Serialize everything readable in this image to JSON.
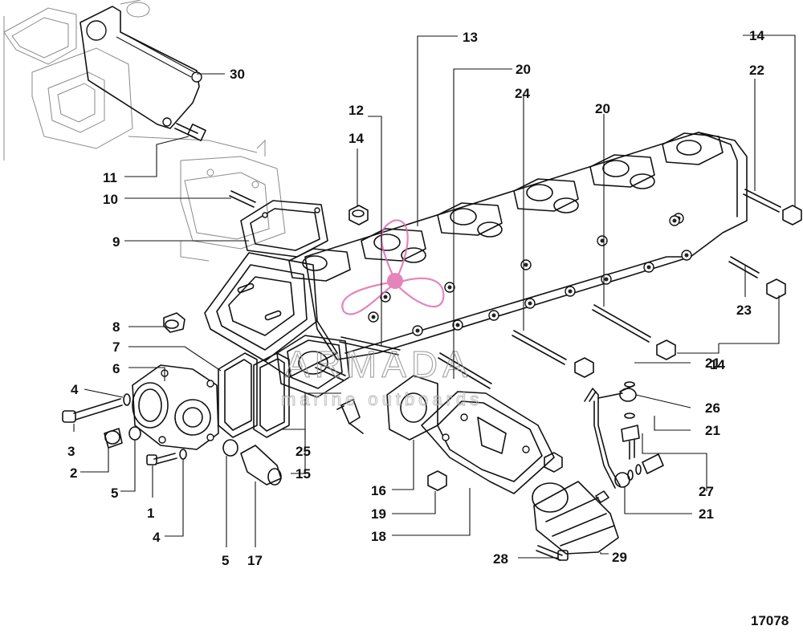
{
  "drawing_number": "17078",
  "watermark": {
    "brand": "ARMADA",
    "tagline": "marine outboards",
    "accent_color": "#e06fb0"
  },
  "callouts": [
    {
      "id": "c30",
      "text": "30"
    },
    {
      "id": "c11",
      "text": "11"
    },
    {
      "id": "c10",
      "text": "10"
    },
    {
      "id": "c9",
      "text": "9"
    },
    {
      "id": "c8",
      "text": "8"
    },
    {
      "id": "c7",
      "text": "7"
    },
    {
      "id": "c6",
      "text": "6"
    },
    {
      "id": "c4a",
      "text": "4"
    },
    {
      "id": "c3",
      "text": "3"
    },
    {
      "id": "c2",
      "text": "2"
    },
    {
      "id": "c5a",
      "text": "5"
    },
    {
      "id": "c1",
      "text": "1"
    },
    {
      "id": "c4b",
      "text": "4"
    },
    {
      "id": "c5b",
      "text": "5"
    },
    {
      "id": "c17",
      "text": "17"
    },
    {
      "id": "c25",
      "text": "25"
    },
    {
      "id": "c15",
      "text": "15"
    },
    {
      "id": "c16",
      "text": "16"
    },
    {
      "id": "c19",
      "text": "19"
    },
    {
      "id": "c18",
      "text": "18"
    },
    {
      "id": "c28",
      "text": "28"
    },
    {
      "id": "c29",
      "text": "29"
    },
    {
      "id": "c12",
      "text": "12"
    },
    {
      "id": "c14a",
      "text": "14"
    },
    {
      "id": "c13",
      "text": "13"
    },
    {
      "id": "c20a",
      "text": "20"
    },
    {
      "id": "c24",
      "text": "24"
    },
    {
      "id": "c20b",
      "text": "20"
    },
    {
      "id": "c14b",
      "text": "14"
    },
    {
      "id": "c22",
      "text": "22"
    },
    {
      "id": "c23",
      "text": "23"
    },
    {
      "id": "c14c",
      "text": "14"
    },
    {
      "id": "c21a",
      "text": "21"
    },
    {
      "id": "c26",
      "text": "26"
    },
    {
      "id": "c21b",
      "text": "21"
    },
    {
      "id": "c27",
      "text": "27"
    },
    {
      "id": "c21c",
      "text": "21"
    }
  ]
}
